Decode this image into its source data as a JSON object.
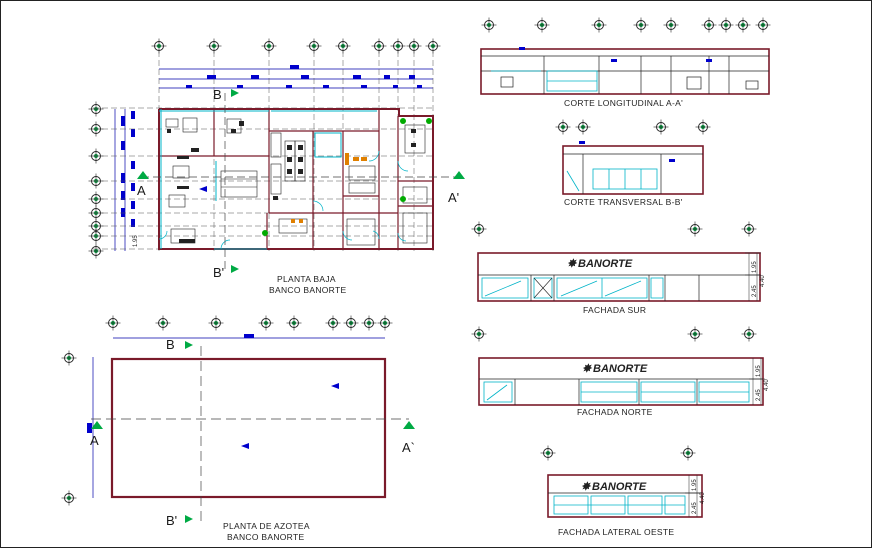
{
  "titles": {
    "ground_floor_1": "PLANTA BAJA",
    "ground_floor_2": "BANCO BANORTE",
    "roof_1": "PLANTA DE AZOTEA",
    "roof_2": "BANCO BANORTE",
    "section_long": "CORTE LONGITUDINAL A-A'",
    "section_trans": "CORTE TRANSVERSAL B-B'",
    "facade_south": "FACHADA SUR",
    "facade_north": "FACHADA  NORTE",
    "facade_west": "FACHADA LATERAL OESTE"
  },
  "section_marks": {
    "a": "A",
    "a_prime": "A`",
    "a_prime_alt": "A'",
    "b": "B",
    "b_prime": "B'"
  },
  "brand": "BANORTE",
  "dimensions": {
    "d1": "1.95",
    "d2": "2.45",
    "d3": "4.40"
  },
  "colors": {
    "line": "#1a1a1a",
    "cyan": "#00b4c8",
    "blue": "#0000cc",
    "wall": "#7a1a2a",
    "green": "#00aa00",
    "orange": "#e08000",
    "magenta": "#c000c0",
    "dim_line": "#0000aa"
  }
}
